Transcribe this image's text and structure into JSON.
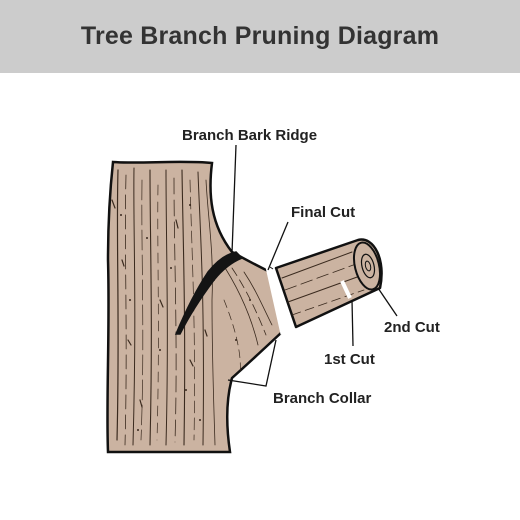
{
  "title": "Tree Branch Pruning Diagram",
  "labels": {
    "branch_bark_ridge": "Branch Bark Ridge",
    "final_cut": "Final Cut",
    "second_cut": "2nd Cut",
    "first_cut": "1st Cut",
    "branch_collar": "Branch Collar"
  },
  "colors": {
    "title_bar": "#cccccc",
    "title_text": "#333333",
    "bark": "#cbb3a1",
    "outline": "#111111"
  }
}
